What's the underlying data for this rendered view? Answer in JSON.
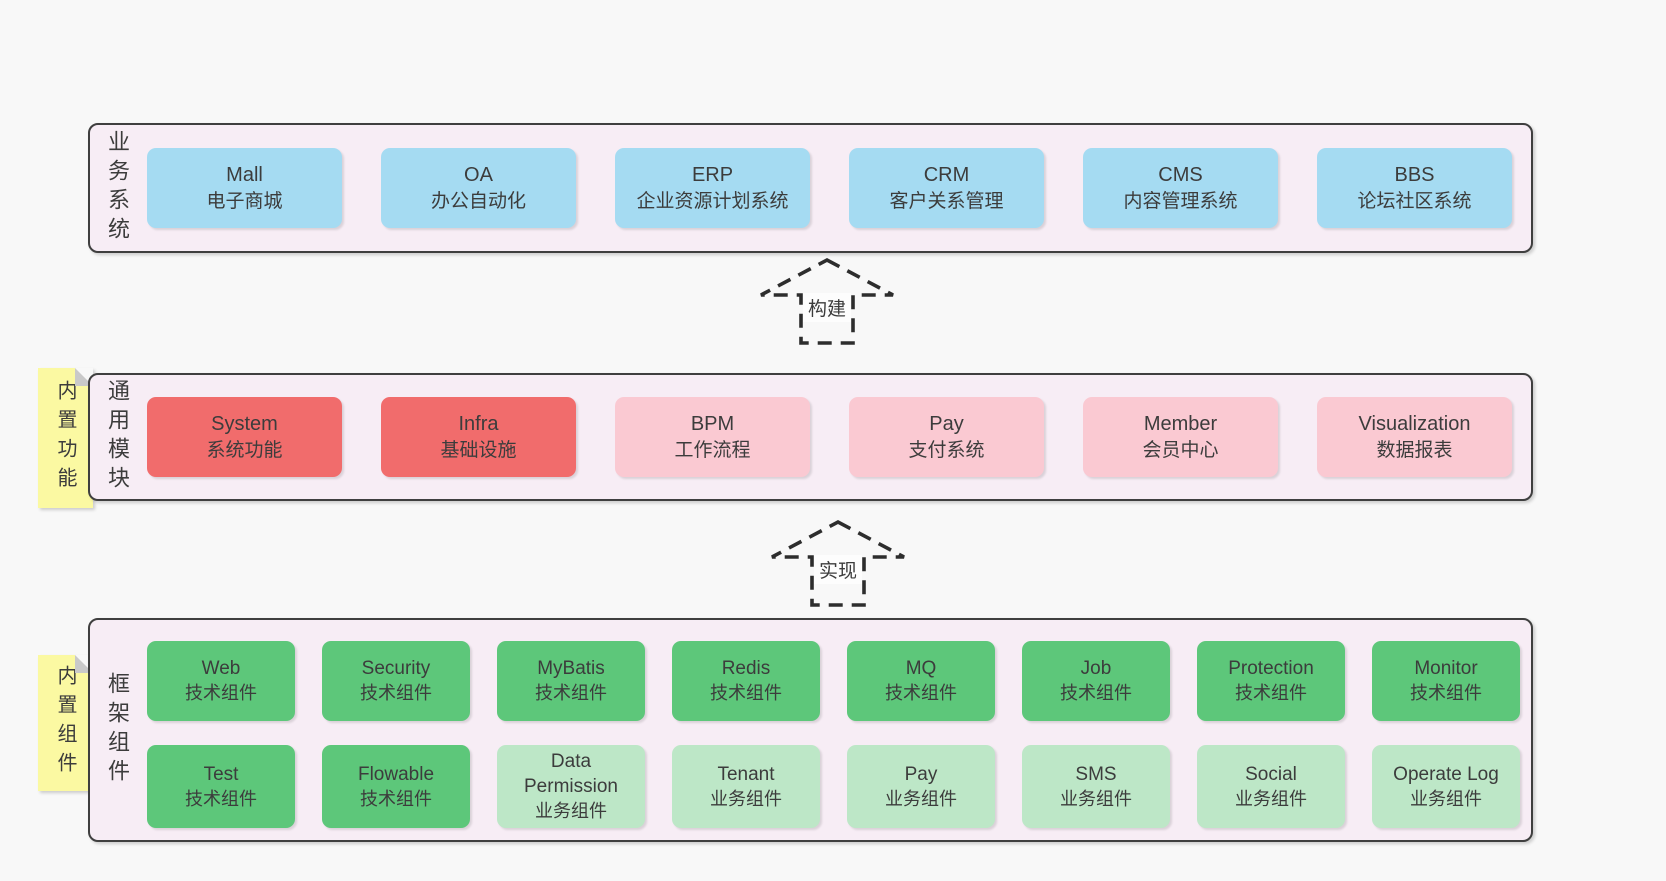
{
  "colors": {
    "page_bg": "#f8f8f8",
    "panel_bg": "#f7edf5",
    "panel_border": "#3f3f3f",
    "box_blue": "#a5dbf2",
    "box_red": "#f16c6c",
    "box_pink": "#fac9d2",
    "box_green": "#5dc77a",
    "box_green_light": "#bde7c7",
    "note_yellow": "#fbf9a2",
    "note_fold": "#c9c9c9",
    "text": "#3c3c3c",
    "arrow_stroke": "#2d2d2d"
  },
  "panels": {
    "business": {
      "label": "业务系统",
      "boxes": [
        {
          "title": "Mall",
          "subtitle": "电子商城"
        },
        {
          "title": "OA",
          "subtitle": "办公自动化"
        },
        {
          "title": "ERP",
          "subtitle": "企业资源计划系统"
        },
        {
          "title": "CRM",
          "subtitle": "客户关系管理"
        },
        {
          "title": "CMS",
          "subtitle": "内容管理系统"
        },
        {
          "title": "BBS",
          "subtitle": "论坛社区系统"
        }
      ]
    },
    "modules": {
      "label": "通用模块",
      "note": "内置功能",
      "boxes": [
        {
          "title": "System",
          "subtitle": "系统功能"
        },
        {
          "title": "Infra",
          "subtitle": "基础设施"
        },
        {
          "title": "BPM",
          "subtitle": "工作流程"
        },
        {
          "title": "Pay",
          "subtitle": "支付系统"
        },
        {
          "title": "Member",
          "subtitle": "会员中心"
        },
        {
          "title": "Visualization",
          "subtitle": "数据报表"
        }
      ]
    },
    "components": {
      "label": "框架组件",
      "note": "内置组件",
      "rows": [
        [
          {
            "title": "Web",
            "subtitle": "技术组件"
          },
          {
            "title": "Security",
            "subtitle": "技术组件"
          },
          {
            "title": "MyBatis",
            "subtitle": "技术组件"
          },
          {
            "title": "Redis",
            "subtitle": "技术组件"
          },
          {
            "title": "MQ",
            "subtitle": "技术组件"
          },
          {
            "title": "Job",
            "subtitle": "技术组件"
          },
          {
            "title": "Protection",
            "subtitle": "技术组件"
          },
          {
            "title": "Monitor",
            "subtitle": "技术组件"
          }
        ],
        [
          {
            "title": "Test",
            "subtitle": "技术组件"
          },
          {
            "title": "Flowable",
            "subtitle": "技术组件"
          },
          {
            "title": "Data Permission",
            "subtitle": "业务组件"
          },
          {
            "title": "Tenant",
            "subtitle": "业务组件"
          },
          {
            "title": "Pay",
            "subtitle": "业务组件"
          },
          {
            "title": "SMS",
            "subtitle": "业务组件"
          },
          {
            "title": "Social",
            "subtitle": "业务组件"
          },
          {
            "title": "Operate Log",
            "subtitle": "业务组件"
          }
        ]
      ]
    }
  },
  "arrows": {
    "build": {
      "label": "构建"
    },
    "implement": {
      "label": "实现"
    }
  }
}
